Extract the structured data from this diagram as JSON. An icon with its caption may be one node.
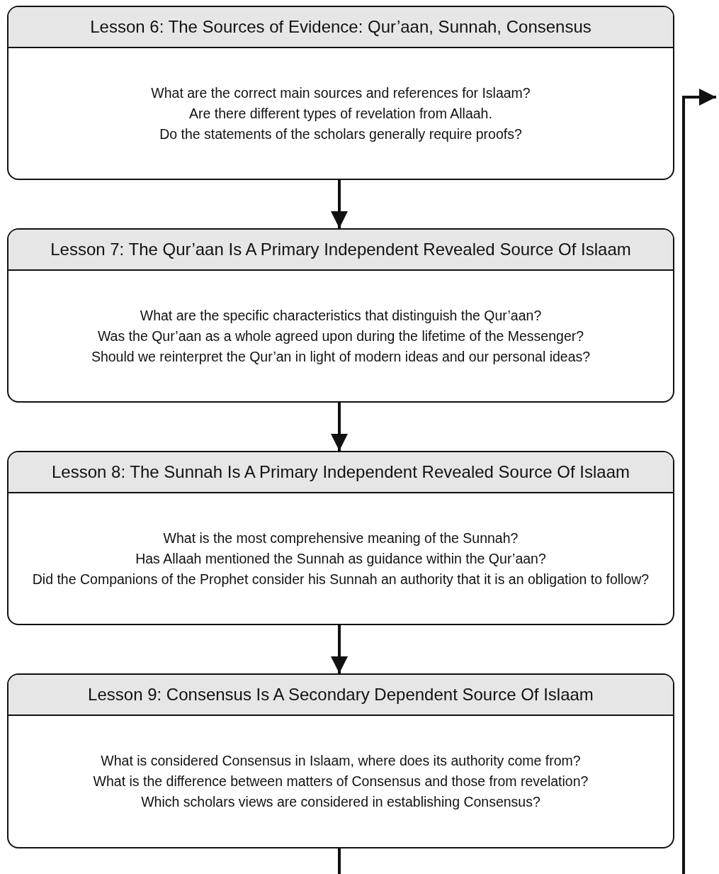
{
  "diagram": {
    "nodes": [
      {
        "text": [
          "Lesson 6: The Sources of Evidence: Qur’aan, Sunnah, Consensus",
          "What are the correct main sources and references for Islaam?",
          "Are there different types of revelation from Allaah.",
          "Do the statements of the scholars generally require proofs?"
        ]
      },
      {
        "text": [
          "Lesson 7: The Qur’aan Is A Primary Independent Revealed Source Of Islaam",
          "What are the specific characteristics that distinguish the Qur’aan?",
          "Was the Qur’aan as a whole agreed upon during the lifetime of the Messenger?",
          "Should we reinterpret the Qur’an in light of modern ideas and our personal ideas?"
        ]
      },
      {
        "text": [
          "Lesson 8: The Sunnah Is A Primary Independent Revealed Source Of Islaam",
          "What is the most comprehensive meaning of the Sunnah?",
          "Has Allaah mentioned the Sunnah as guidance within the Qur’aan?",
          "Did the Companions of the Prophet consider his Sunnah an authority that it is an obligation to follow?"
        ]
      },
      {
        "text": [
          "Lesson 9: Consensus Is A Secondary Dependent Source Of Islaam",
          "What is considered Consensus in Islaam, where does its authority come from?",
          "What is the difference between matters of Consensus and those from revelation?",
          "Which scholars views are considered in establishing Consensus?"
        ]
      }
    ],
    "edges": [
      {
        "from": 0,
        "to": 1,
        "arrow": "to"
      },
      {
        "from": 1,
        "to": 2,
        "arrow": "to"
      },
      {
        "from": 2,
        "to": 3,
        "arrow": "to"
      },
      {
        "from": 3,
        "to": null,
        "arrow": "to"
      }
    ]
  }
}
